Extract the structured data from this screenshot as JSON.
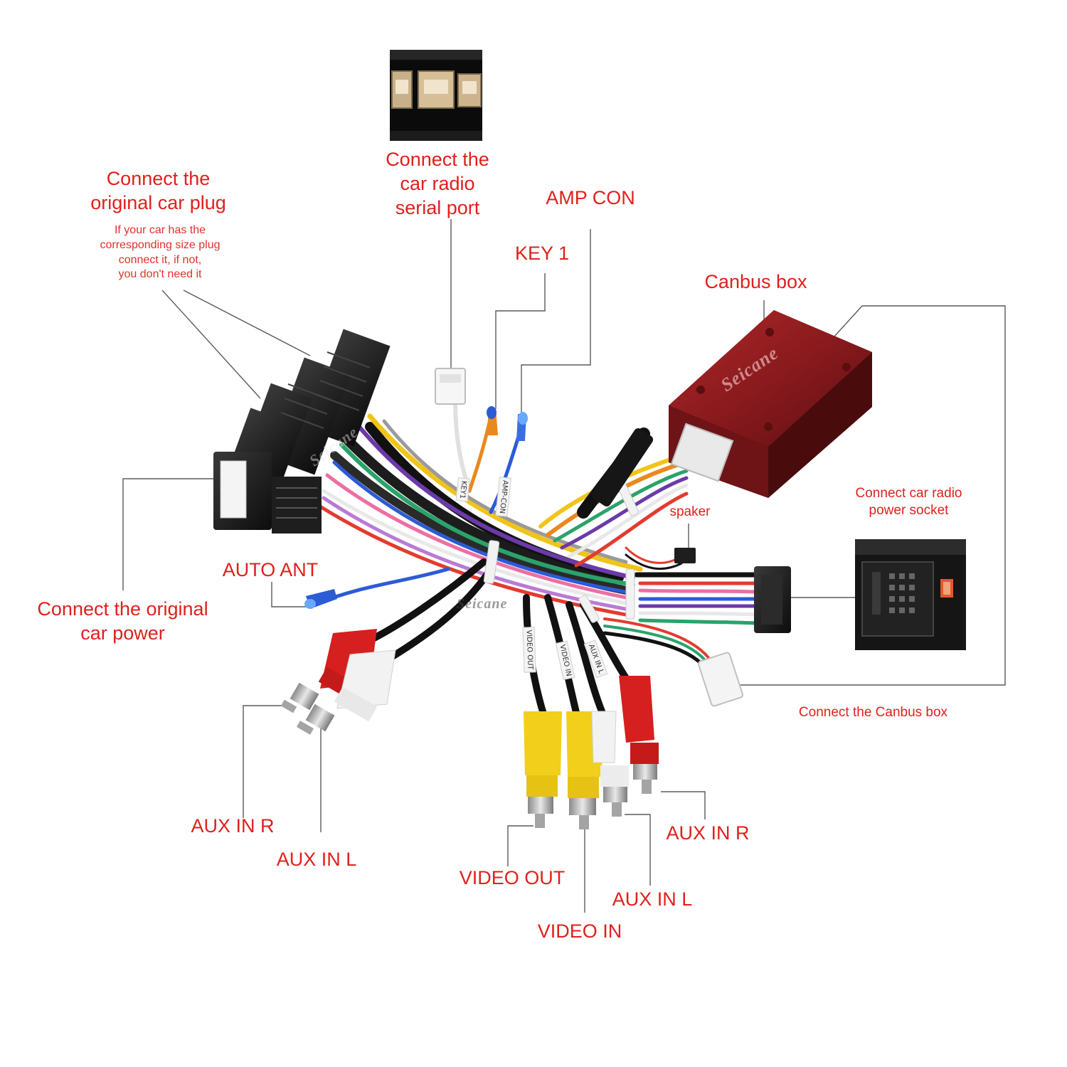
{
  "labels": {
    "serial_port": "Connect the\ncar radio\nserial port",
    "original_plug": "Connect the\noriginal car plug",
    "original_plug_note": "If your car has the\ncorresponding size plug\nconnect it, if not,\nyou don't need it",
    "amp_con": "AMP CON",
    "key1": "KEY 1",
    "canbus_box": "Canbus box",
    "power_socket": "Connect car radio\npower socket",
    "spaker": "spaker",
    "auto_ant": "AUTO ANT",
    "original_power": "Connect the original\ncar power",
    "connect_canbus": "Connect the Canbus box",
    "aux_in_r_left": "AUX IN R",
    "aux_in_l_left": "AUX IN L",
    "video_out": "VIDEO OUT",
    "video_in": "VIDEO IN",
    "aux_in_l_right": "AUX IN L",
    "aux_in_r_right": "AUX IN R"
  },
  "watermarks": {
    "canbus_brand": "Seicane",
    "plug_brand": "Seicane",
    "harness_brand": "Seicane"
  },
  "cable_tags": {
    "key1_tag": "KEY1",
    "amp_tag": "AMP-CON",
    "video_out_tag": "VIDEO OUT",
    "video_in_tag": "VIDEO IN",
    "aux_tag": "AUX IN L"
  },
  "colors": {
    "label_red": "#e0201b",
    "canbus_red": "#8c1a1c",
    "connector_black": "#1b1b1b",
    "rca_red": "#d61f1f",
    "rca_yellow": "#f2cf1b",
    "rca_white": "#f2f2f2"
  }
}
